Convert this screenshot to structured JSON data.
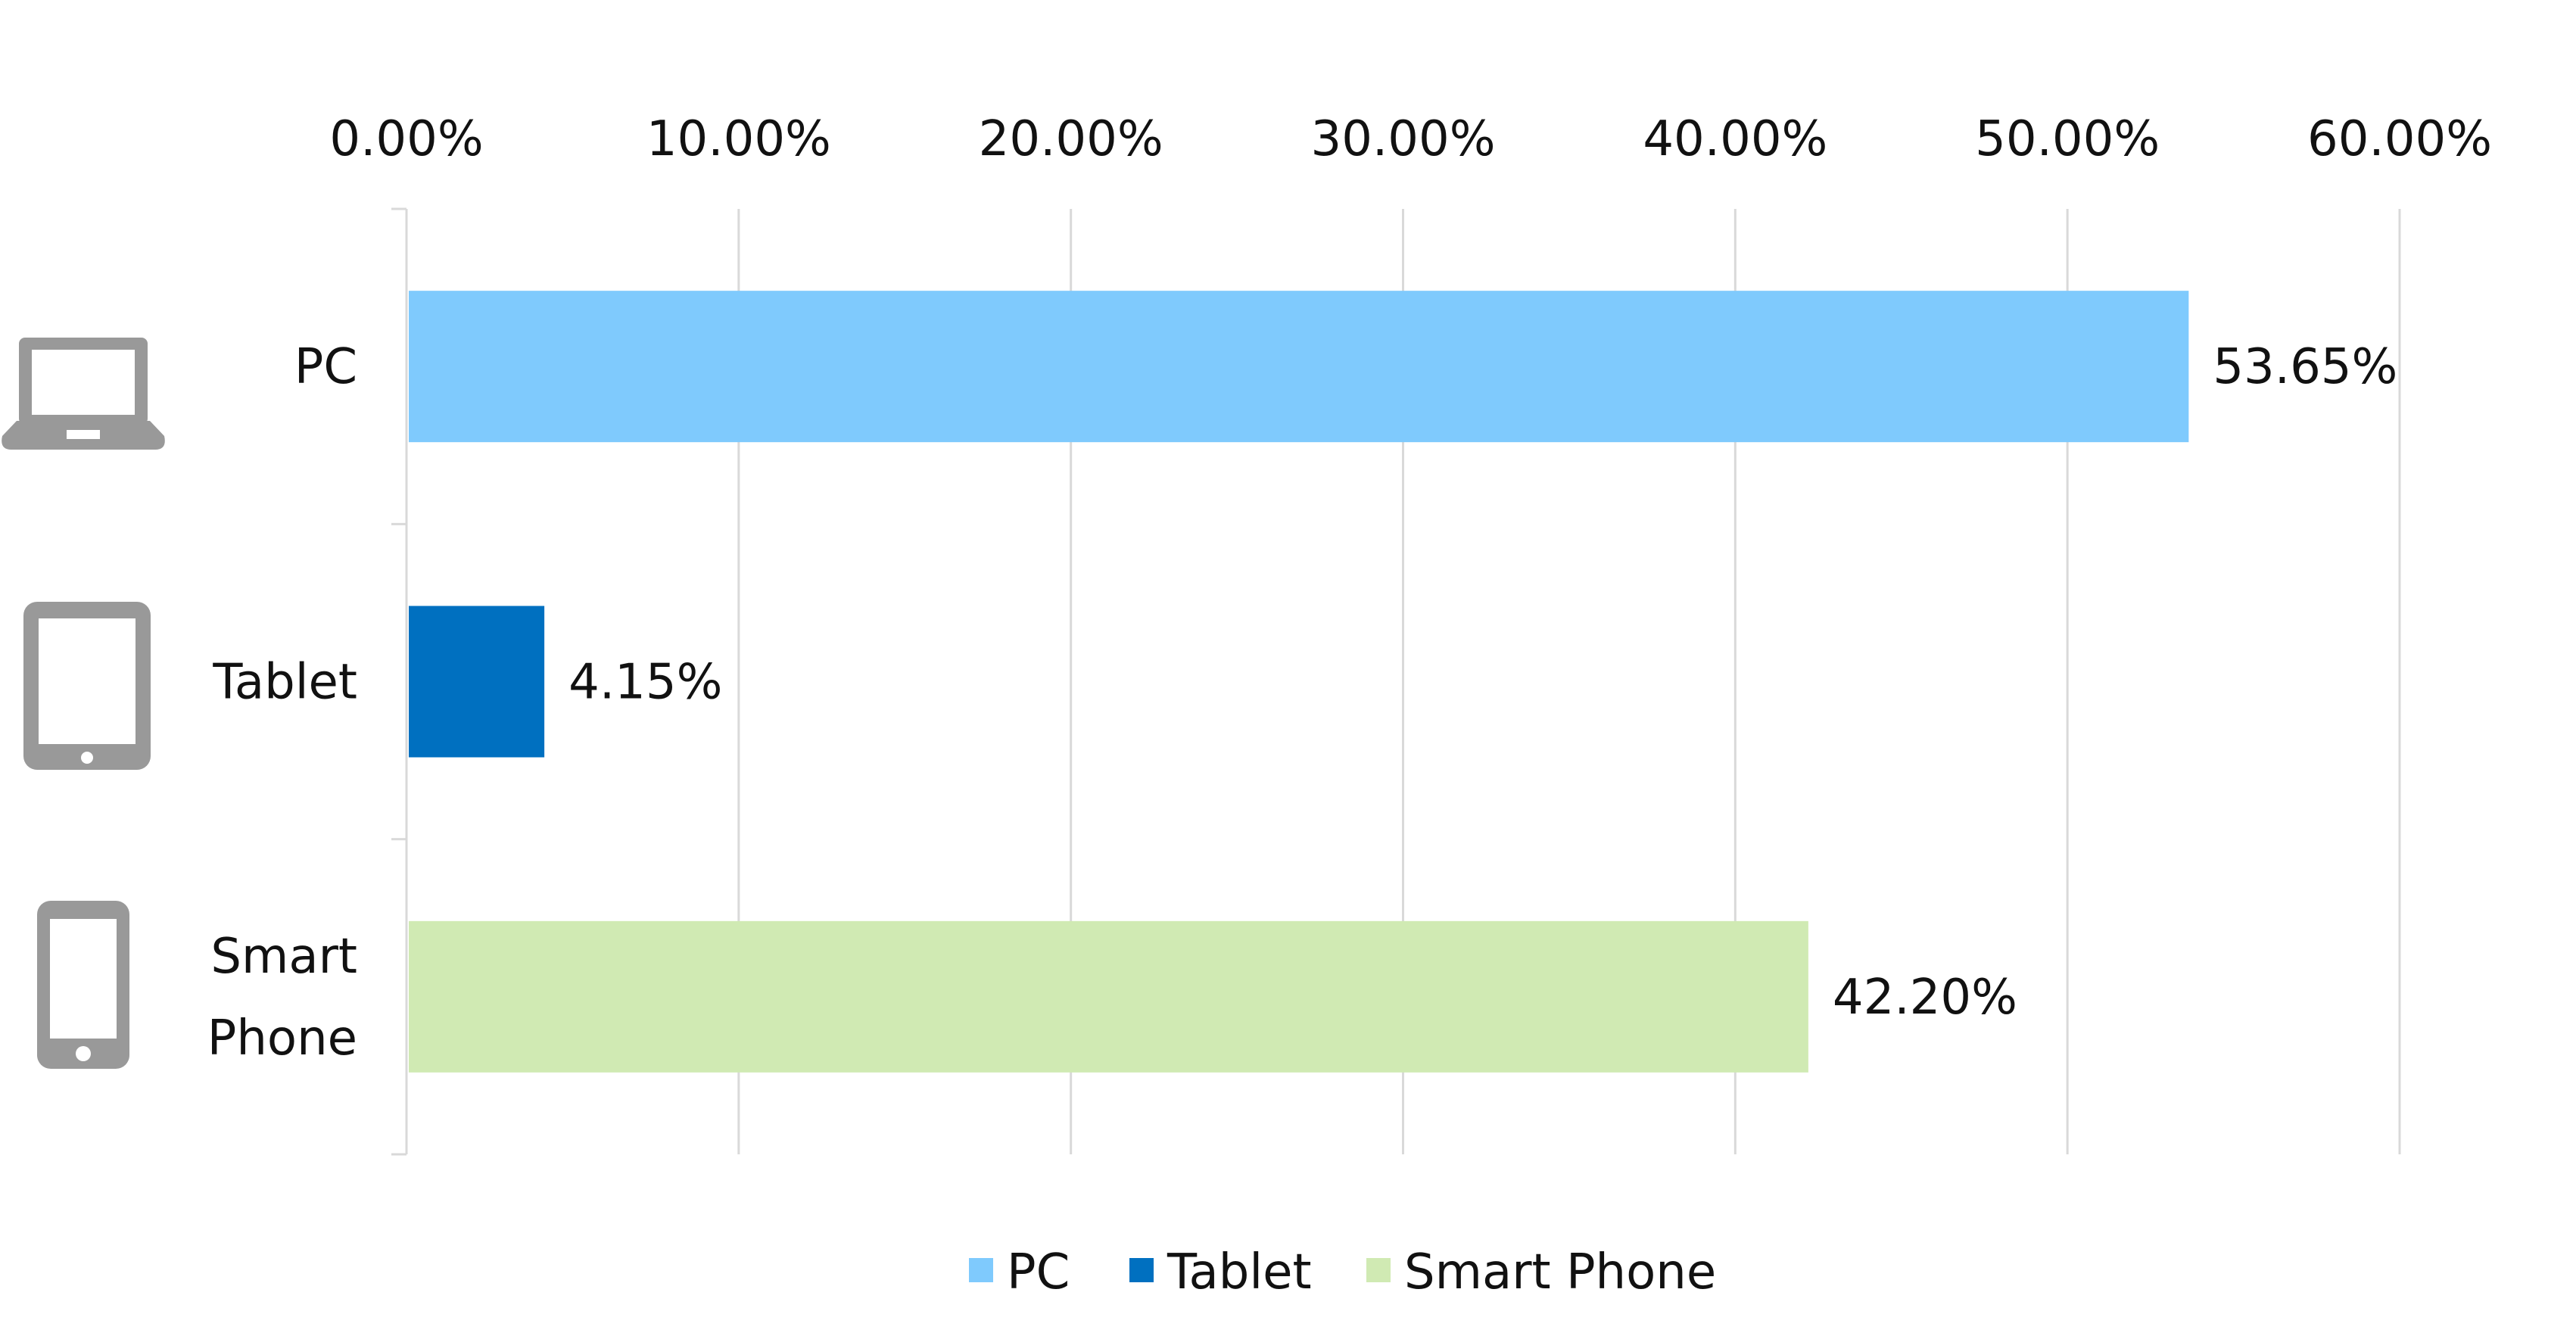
{
  "chart_data": {
    "type": "bar",
    "orientation": "horizontal",
    "title": "",
    "xlabel": "",
    "ylabel": "",
    "xlim": [
      0,
      60
    ],
    "x_ticks": [
      "0.00%",
      "10.00%",
      "20.00%",
      "30.00%",
      "40.00%",
      "50.00%",
      "60.00%"
    ],
    "x_axis_position": "top",
    "grid": true,
    "legend_position": "bottom",
    "categories": [
      {
        "name": "PC",
        "lines": [
          "PC"
        ],
        "value": 53.65,
        "label": "53.65%",
        "color": "#7fcafd",
        "icon": "laptop-icon"
      },
      {
        "name": "Tablet",
        "lines": [
          "Tablet"
        ],
        "value": 4.15,
        "label": "4.15%",
        "color": "#0070c0",
        "icon": "tablet-icon"
      },
      {
        "name": "Smart Phone",
        "lines": [
          "Smart",
          "Phone"
        ],
        "value": 42.2,
        "label": "42.20%",
        "color": "#d0eab3",
        "icon": "smartphone-icon"
      }
    ],
    "legend": [
      "PC",
      "Tablet",
      "Smart Phone"
    ]
  }
}
